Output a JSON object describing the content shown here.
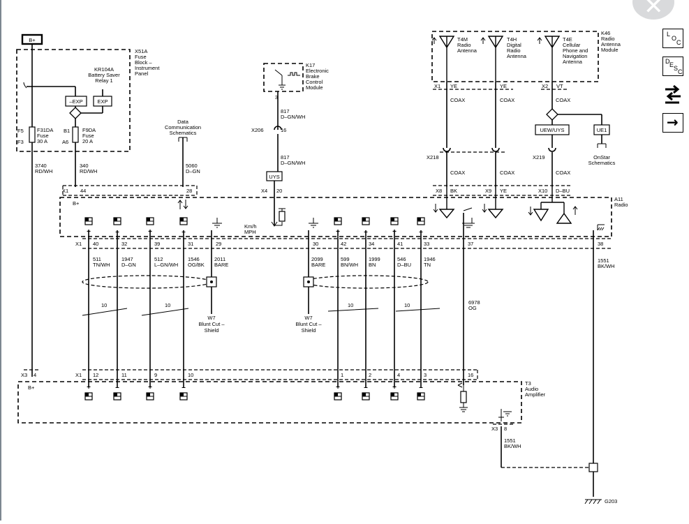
{
  "diagram": {
    "power": {
      "batt": "B+",
      "batt_pin": "B+"
    },
    "fuse_block": {
      "title_lines": [
        "X51A",
        "Fuse",
        "Block –",
        "Instrument",
        "Panel"
      ],
      "relay_lines": [
        "KR104A",
        "Battery Saver",
        "Relay 1"
      ],
      "exp_neg": "–EXP",
      "exp": "EXP",
      "f5": "F5",
      "f3": "F3",
      "f31_lines": [
        "F31DA",
        "Fuse",
        "30 A"
      ],
      "b1": "B1",
      "a6": "A6",
      "f9_lines": [
        "F9DA",
        "Fuse",
        "20 A"
      ]
    },
    "wires": {
      "w3740": [
        "3740",
        "RD/WH"
      ],
      "w340": [
        "340",
        "RD/WH"
      ],
      "w5060": [
        "5060",
        "D–GN"
      ],
      "w817a": [
        "817",
        "D–GN/WH"
      ],
      "w817b": [
        "817",
        "D–GN/WH"
      ],
      "w511": [
        "511",
        "TN/WH"
      ],
      "w1947": [
        "1947",
        "D–GN"
      ],
      "w512": [
        "512",
        "L–GN/WH"
      ],
      "w1546": [
        "1546",
        "OG/BK"
      ],
      "w2011": [
        "2011",
        "BARE"
      ],
      "w2099": [
        "2099",
        "BARE"
      ],
      "w599": [
        "599",
        "BN/WH"
      ],
      "w1999": [
        "1999",
        "BN"
      ],
      "w546": [
        "546",
        "D–BU"
      ],
      "w1946": [
        "1946",
        "TN"
      ],
      "w6978": [
        "6978",
        "OG"
      ],
      "w1551a": [
        "1551",
        "BK/WH"
      ],
      "w1551b": [
        "1551",
        "BK/WH"
      ]
    },
    "data_comm_lines": [
      "Data",
      "Communication",
      "Schematics"
    ],
    "ebcm": {
      "title_lines": [
        "K17",
        "Electronic",
        "Brake",
        "Control",
        "Module"
      ],
      "pin3": "3",
      "conn": "X206",
      "pin16": "16",
      "uys": "UYS",
      "kmh_lines": [
        "Km/h",
        "MPH"
      ]
    },
    "antenna": {
      "title_lines": [
        "K46",
        "Radio",
        "Antenna",
        "Module"
      ],
      "t4m_lines": [
        "T4M",
        "Radio",
        "Antenna"
      ],
      "t4h_lines": [
        "T4H",
        "Digital",
        "Radio",
        "Antenna"
      ],
      "t4e_lines": [
        "T4E",
        "Cellular",
        "Phone and",
        "Navigation",
        "Antenna"
      ],
      "x1": "X1",
      "ye1": "YE",
      "ye2": "YE",
      "x2": "X2",
      "vt": "VT",
      "coax": "COAX",
      "uew": "UEW/UYS",
      "ue1": "UE1",
      "onstar_lines": [
        "OnStar",
        "Schematics"
      ],
      "x218": "X218",
      "x219": "X219"
    },
    "radio": {
      "title_lines": [
        "A11",
        "Radio"
      ],
      "top_pins": [
        {
          "conn": "X1",
          "pin": "44"
        },
        {
          "pin": "28"
        },
        {
          "conn": "X4",
          "pin": "20"
        },
        {
          "conn": "X8",
          "pin": "BK"
        },
        {
          "conn": "X9",
          "pin": "YE"
        },
        {
          "conn": "X10",
          "pin": "D–BU"
        }
      ],
      "bottom_conn": "X1",
      "bottom_pins": [
        "40",
        "32",
        "39",
        "31",
        "29",
        "30",
        "42",
        "34",
        "41",
        "33",
        "37",
        "38"
      ]
    },
    "shield": {
      "label_lines": [
        "W7",
        "Blunt Cut –",
        "Shield"
      ],
      "count": "10"
    },
    "amplifier": {
      "title_lines": [
        "T3",
        "Audio",
        "Amplifier"
      ],
      "x3": "X3",
      "pin4": "4",
      "x1": "X1",
      "top_pins": [
        "12",
        "11",
        "9",
        "10",
        "1",
        "2",
        "4",
        "3",
        "16"
      ],
      "x3b": "X3",
      "pin8": "8"
    },
    "ground": "G203",
    "signs": {
      "plus": "+",
      "minus": "–"
    }
  },
  "nav": {
    "close": "✕",
    "loc_lines": [
      "L",
      "O",
      "C"
    ],
    "desc_lines": [
      "D",
      "E",
      "S",
      "C"
    ],
    "connector_icon": "connector-icon",
    "next": "→"
  }
}
